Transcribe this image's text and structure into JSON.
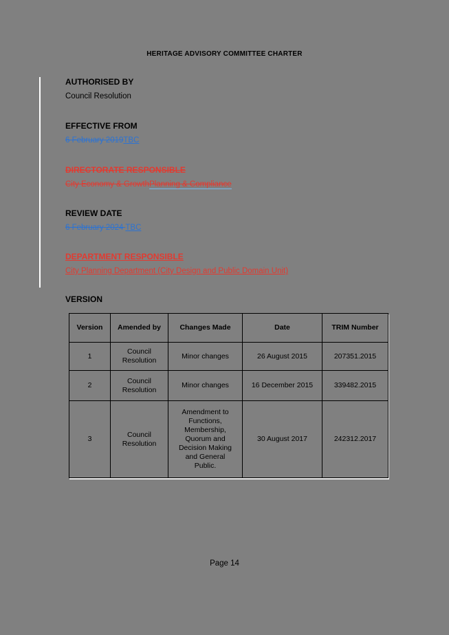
{
  "page": {
    "title": "HERITAGE ADVISORY COMMITTEE CHARTER",
    "footer": "Page 14"
  },
  "sections": [
    {
      "heading": "AUTHORISED BY",
      "heading_style": "plain",
      "line": [
        {
          "text": "Council Resolution",
          "style": "plain"
        }
      ]
    },
    {
      "heading": "EFFECTIVE FROM",
      "heading_style": "plain",
      "line": [
        {
          "text": "6 February 2019",
          "style": "deleted-blue"
        },
        {
          "text": "TBC",
          "style": "inserted-blue"
        }
      ]
    },
    {
      "heading": "DIRECTORATE RESPONSIBLE",
      "heading_style": "deleted-red",
      "line": [
        {
          "text": "City Economy & Growth",
          "style": "deleted-red"
        },
        {
          "text": "Planning & Compliance",
          "style": "deleted-insertion-red"
        }
      ]
    },
    {
      "heading": "REVIEW DATE",
      "heading_style": "plain",
      "line": [
        {
          "text": "6 February 2024 ",
          "style": "deleted-blue"
        },
        {
          "text": "TBC",
          "style": "inserted-blue"
        }
      ]
    },
    {
      "heading": "DEPARTMENT RESPONSIBLE",
      "heading_style": "inserted-red",
      "line": [
        {
          "text": "City Planning Department (City Design and Public Domain Unit)",
          "style": "inserted-red"
        }
      ]
    }
  ],
  "version_table": {
    "heading": "VERSION",
    "columns": [
      "Version",
      "Amended by",
      "Changes Made",
      "Date",
      "TRIM Number"
    ],
    "rows": [
      [
        "1",
        "Council Resolution",
        "Minor changes",
        "26 August 2015",
        "207351.2015"
      ],
      [
        "2",
        "Council Resolution",
        "Minor changes",
        "16 December 2015",
        "339482.2015"
      ],
      [
        "3",
        "Council Resolution",
        "Amendment to Functions, Membership, Quorum and Decision Making and General Public.",
        "30 August 2017",
        "242312.2017"
      ]
    ]
  },
  "colors": {
    "background": "#808080",
    "text": "#000000",
    "tracked_insertion_blue": "#2d73d2",
    "tracked_deletion_red": "#e23a30",
    "insertion_underline_light_blue": "#7db8e8",
    "change_bar": "#ffffff",
    "table_border": "#000000"
  }
}
